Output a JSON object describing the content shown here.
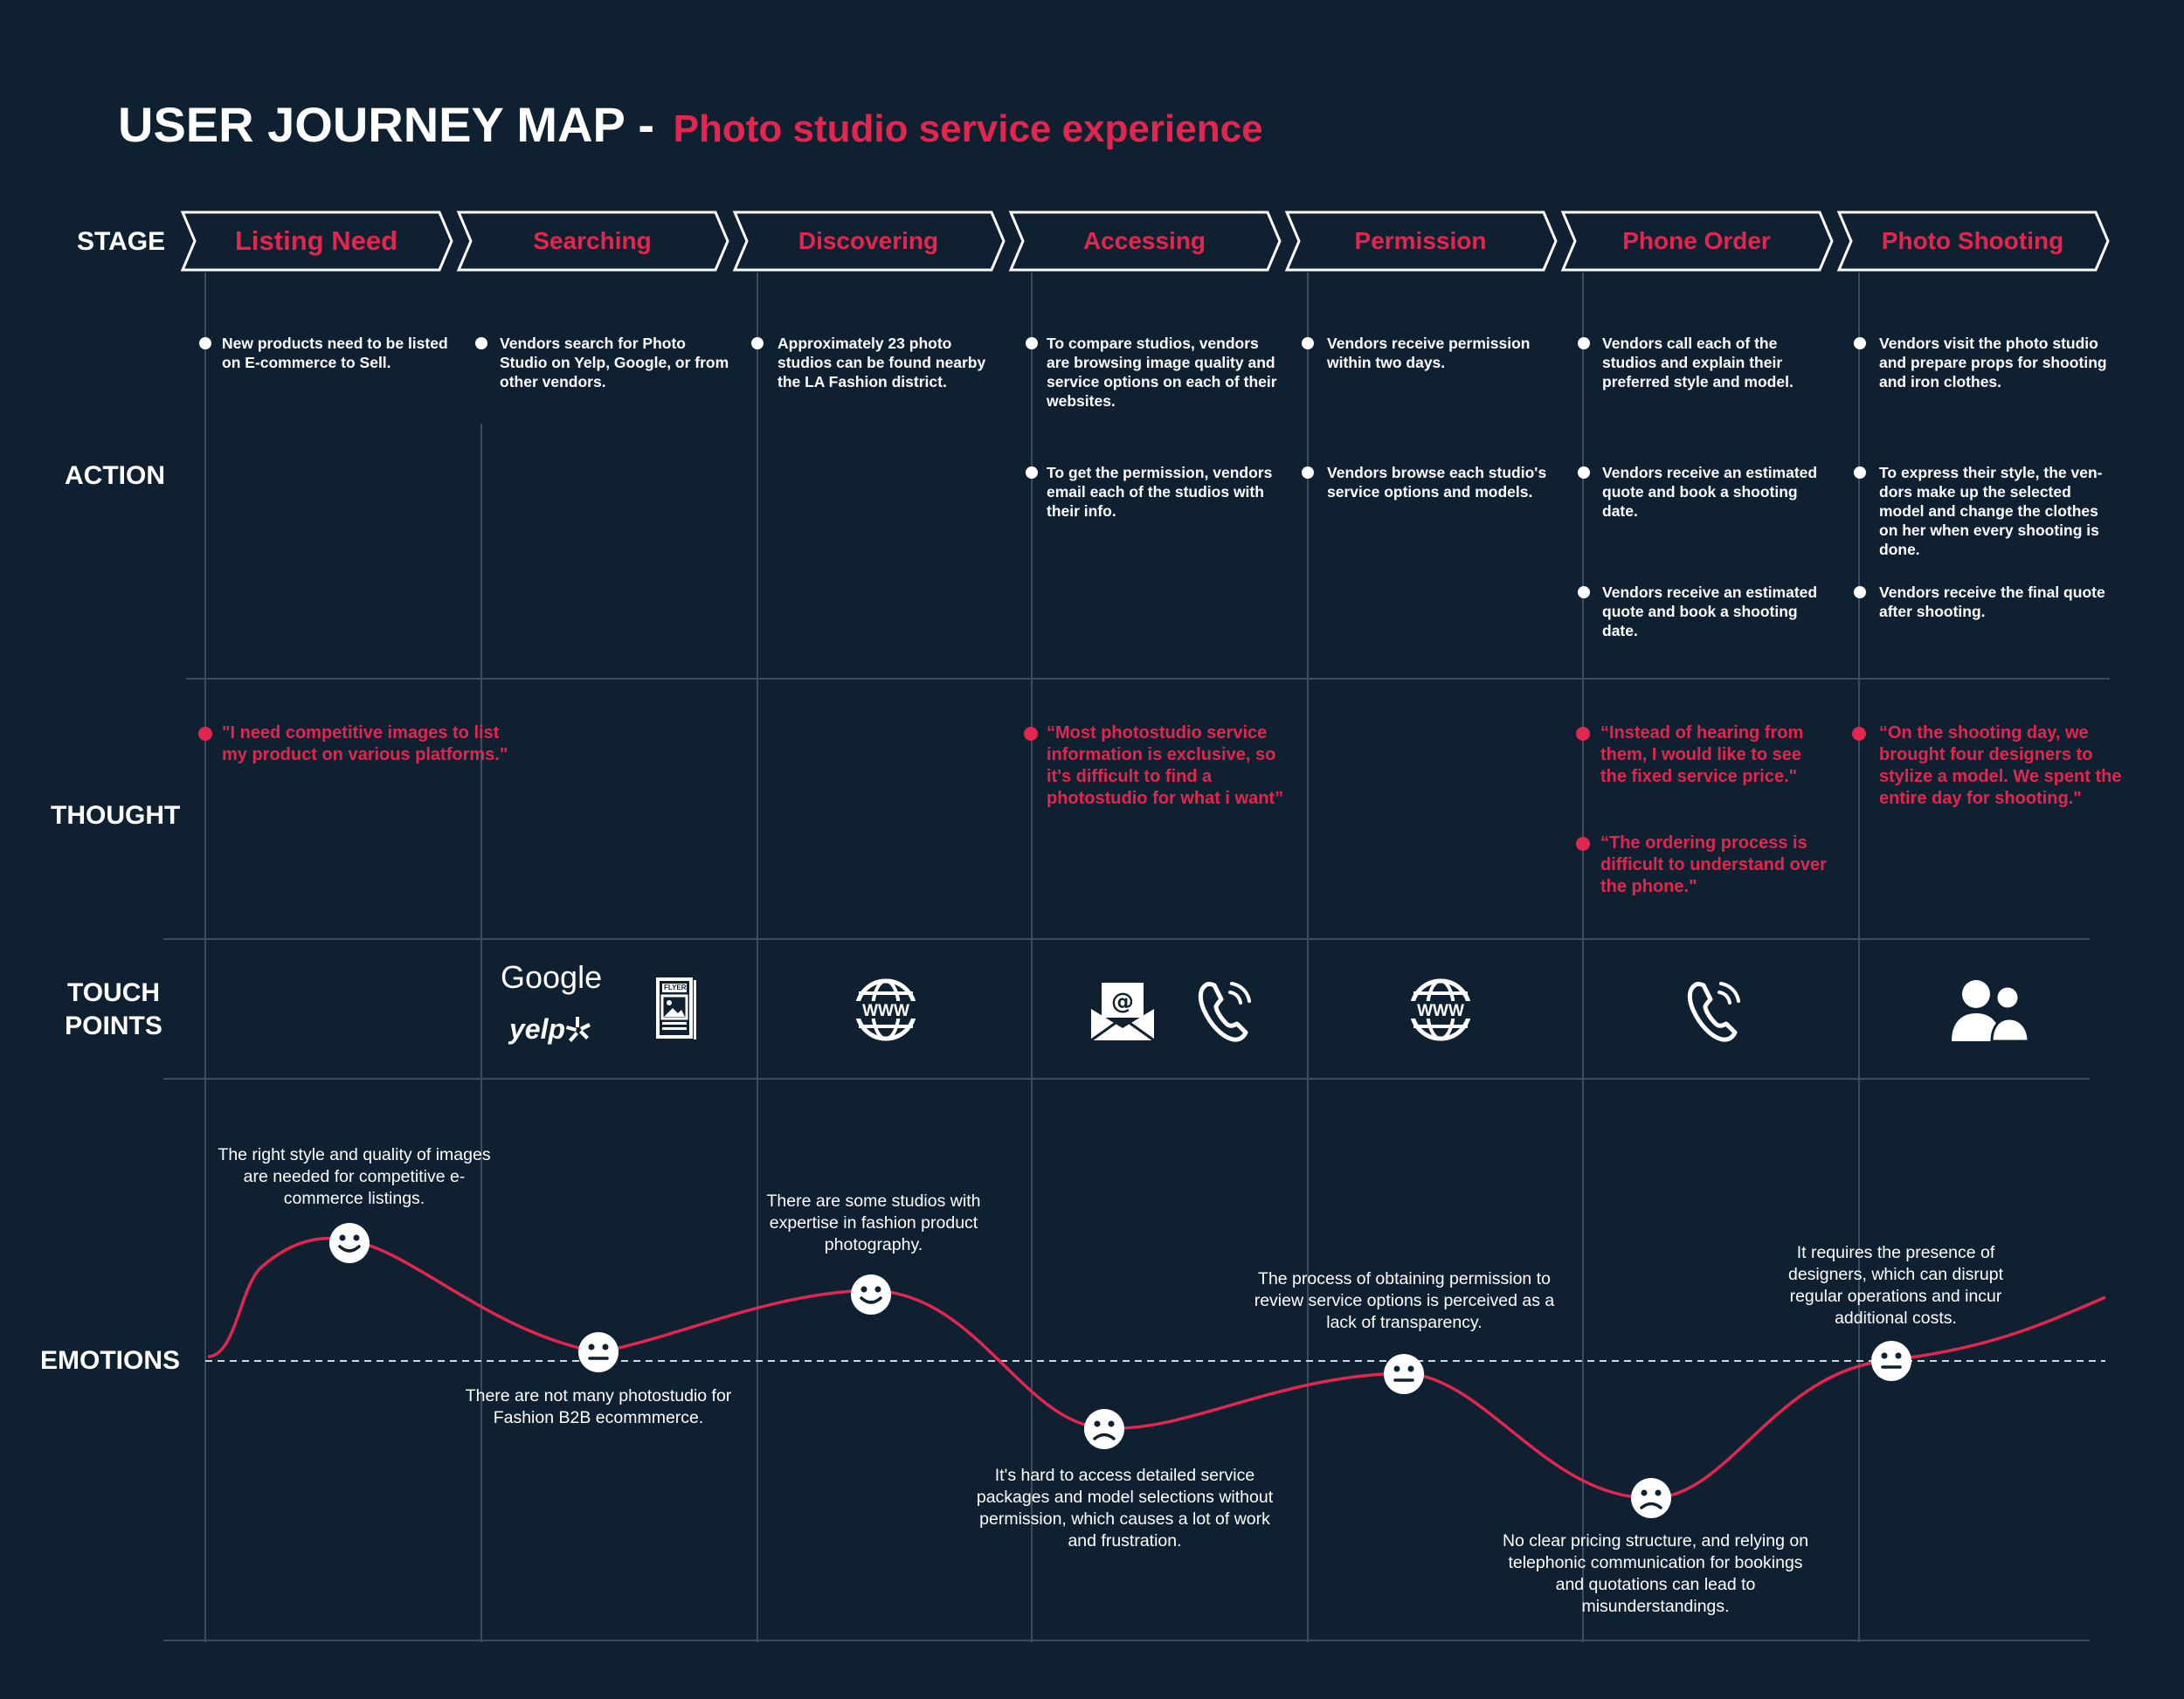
{
  "title": "USER JOURNEY MAP - ",
  "subtitle": "Photo studio service experience",
  "rows": {
    "stage": "STAGE",
    "action": "ACTION",
    "thought": "THOUGHT",
    "touch_1": "TOUCH",
    "touch_2": "POINTS",
    "emotions": "EMOTIONS"
  },
  "stages": [
    "Listing Need",
    "Searching",
    "Discovering",
    "Accessing",
    "Permission",
    "Phone Order",
    "Photo Shooting"
  ],
  "actions": {
    "listing_1": "New products need to be listed on E-commerce to Sell.",
    "searching_1": "Vendors search for Photo Studio on Yelp, Google, or from other vendors.",
    "discovering_1": "Approximately 23 photo studios can be found nearby the LA Fashion district.",
    "accessing_1": "To compare studios, vendors are browsing image quality and service options on each of their websites.",
    "accessing_2": "To get the permission, vendors email each of the studios with their info.",
    "permission_1": "Vendors receive permission within two days.",
    "permission_2": "Vendors browse each studio's service options and models.",
    "phone_1": "Vendors call each of the studios and explain their preferred style and model.",
    "phone_2": "Vendors receive an estimated quote and book a shooting date.",
    "phone_3": "Vendors receive an estimated quote and book a shooting date.",
    "shoot_1": "Vendors visit the photo studio and prepare props for shooting and iron clothes.",
    "shoot_2": "To express their style, the ven- dors make up the selected model and change the clothes on her when every shooting is done.",
    "shoot_3": "Vendors receive the final quote after shooting."
  },
  "thoughts": {
    "listing": "\"I need competitive images to list my product on various platforms.\"",
    "accessing": "“Most photostudio service information is exclusive, so it's difficult to find a photostudio for what i want”",
    "phone_1": "“Instead of hearing from them, I would like to see the fixed service price.\"",
    "phone_2": "“The ordering process is difficult to understand over the phone.\"",
    "shoot": "“On the shooting day, we brought four designers to stylize a model. We spent the entire day for shooting.\""
  },
  "touchpoints": {
    "google": "Google",
    "yelp": "yelp",
    "flyer": "FLYER",
    "icons": [
      "google-logo",
      "yelp-logo",
      "flyer-icon",
      "www-globe-icon",
      "email-icon",
      "phone-icon",
      "www-globe-icon",
      "phone-icon",
      "people-icon"
    ]
  },
  "emotions": {
    "e1": "The right style and quality of images are needed for competitive e-commerce listings.",
    "e2": "There are not many photostudio for Fashion B2B ecommmerce.",
    "e3": "There are some studios with expertise in fashion product photography.",
    "e4": "It's hard to access detailed service packages and model selections without permission, which causes a lot of work and frustration.",
    "e5": "The process of obtaining permission to review service options is perceived as a lack of transparency.",
    "e6": "No clear pricing structure, and relying on telephonic communication for bookings and quotations can lead to misunderstandings.",
    "e7": "It requires the presence of designers, which can disrupt regular operations and incur additional costs."
  },
  "emotion_curve": {
    "stages": [
      "Listing Need",
      "Searching",
      "Discovering",
      "Accessing",
      "Permission",
      "Phone Order",
      "Photo Shooting"
    ],
    "faces": [
      "happy",
      "neutral",
      "happy",
      "sad",
      "neutral",
      "sad",
      "neutral"
    ]
  },
  "colors": {
    "background": "#0f2031",
    "accent": "#e3264f",
    "text": "#ffffff",
    "grid": "#3c4c5c"
  }
}
